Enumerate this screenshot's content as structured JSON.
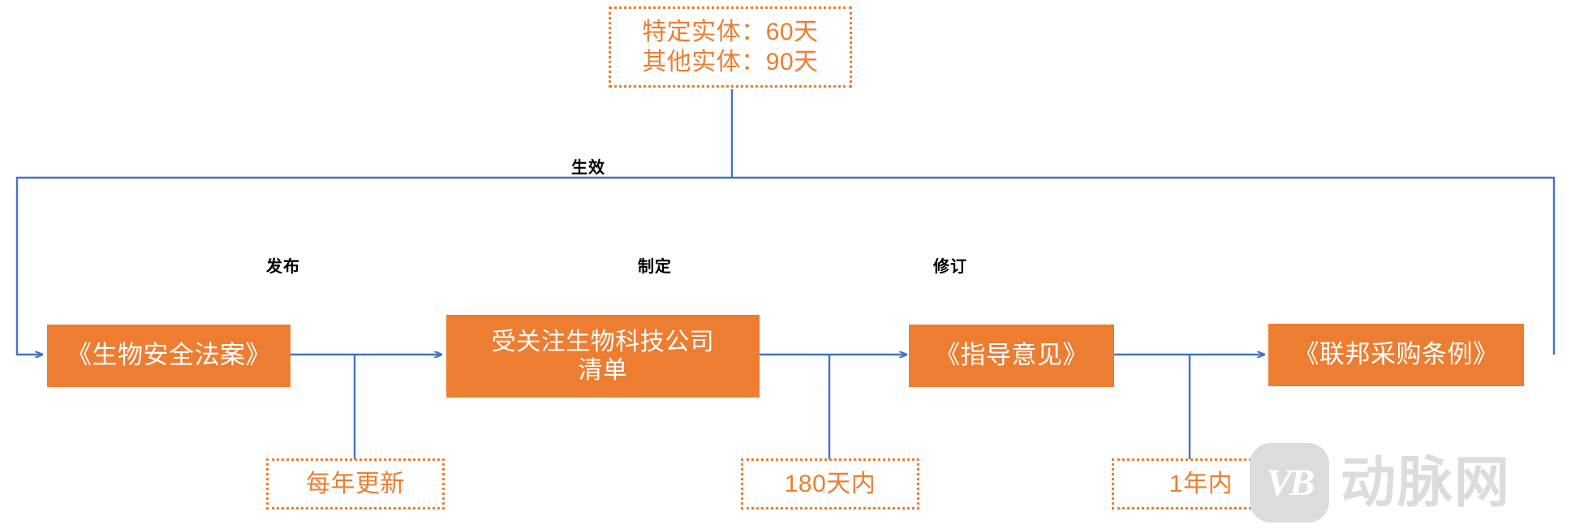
{
  "diagram": {
    "title_note_top": {
      "line1": "特定实体：60天",
      "line2": "其他实体：90天"
    },
    "accent_orange": "#ED7D31",
    "connector_blue": "#4472C4",
    "label_black": "#000000"
  },
  "process_boxes": [
    {
      "id": "biosecure-act",
      "label": "《生物安全法案》"
    },
    {
      "id": "company-list",
      "label": "受关注生物科技公司\n清单"
    },
    {
      "id": "guidance-opinion",
      "label": "《指导意见》"
    },
    {
      "id": "far-regulation",
      "label": "《联邦采购条例》"
    }
  ],
  "edge_labels": [
    {
      "id": "effective",
      "label": "生效"
    },
    {
      "id": "publish",
      "label": "发布"
    },
    {
      "id": "formulate",
      "label": "制定"
    },
    {
      "id": "revise",
      "label": "修订"
    }
  ],
  "notes": [
    {
      "id": "annual-update",
      "label": "每年更新"
    },
    {
      "id": "within-180-days",
      "label": "180天内"
    },
    {
      "id": "within-1-year",
      "label": "1年内"
    }
  ],
  "watermark": {
    "badge": "VB",
    "text": "动脉网"
  }
}
